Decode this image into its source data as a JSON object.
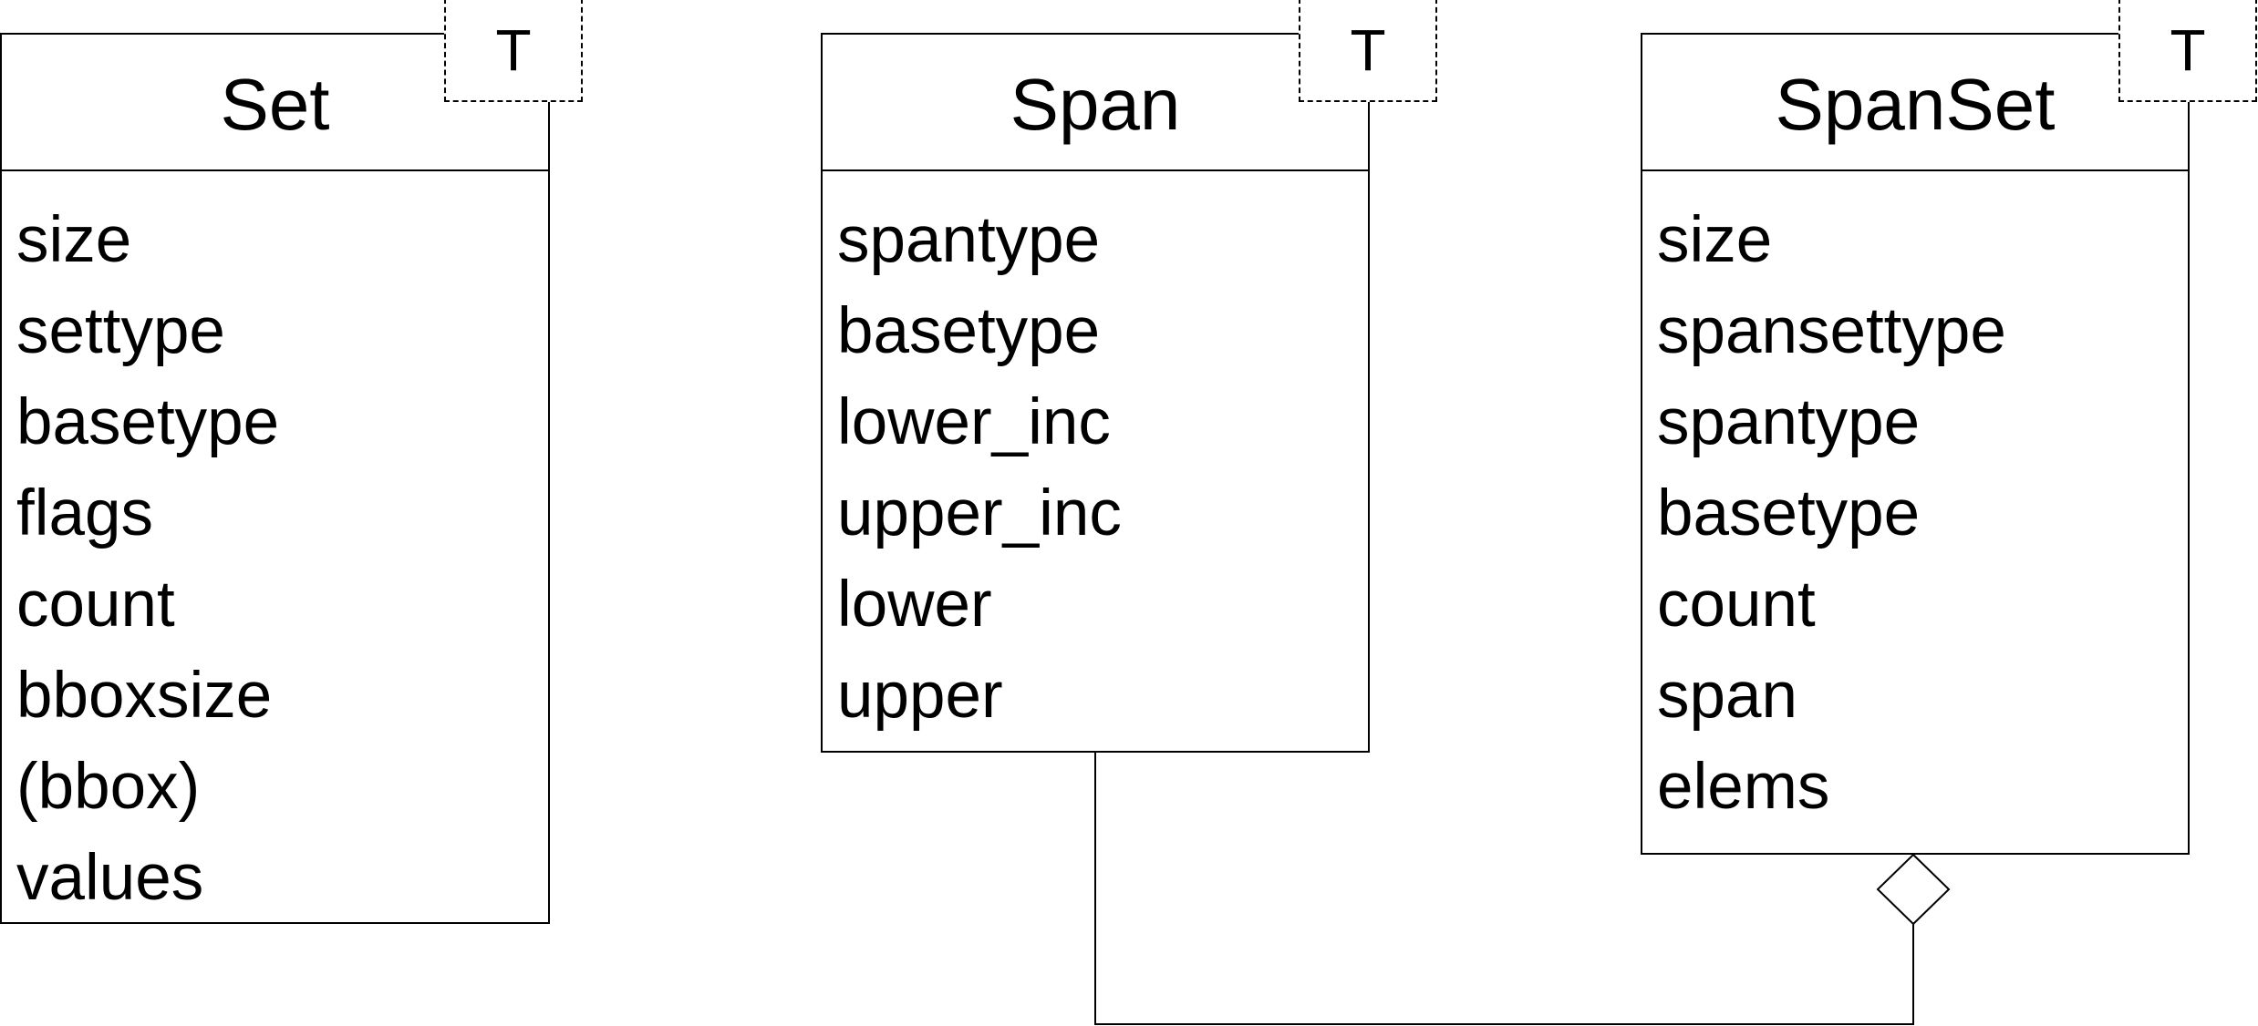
{
  "classes": {
    "set": {
      "name": "Set",
      "template_param": "T",
      "attributes": [
        "size",
        "settype",
        "basetype",
        "flags",
        "count",
        "bboxsize",
        "(bbox)",
        "values"
      ]
    },
    "span": {
      "name": "Span",
      "template_param": "T",
      "attributes": [
        "spantype",
        "basetype",
        "lower_inc",
        "upper_inc",
        "lower",
        "upper"
      ]
    },
    "spanset": {
      "name": "SpanSet",
      "template_param": "T",
      "attributes": [
        "size",
        "spansettype",
        "spantype",
        "basetype",
        "count",
        "span",
        "elems"
      ]
    }
  },
  "relationships": [
    {
      "type": "aggregation",
      "whole": "SpanSet",
      "part": "Span"
    }
  ]
}
